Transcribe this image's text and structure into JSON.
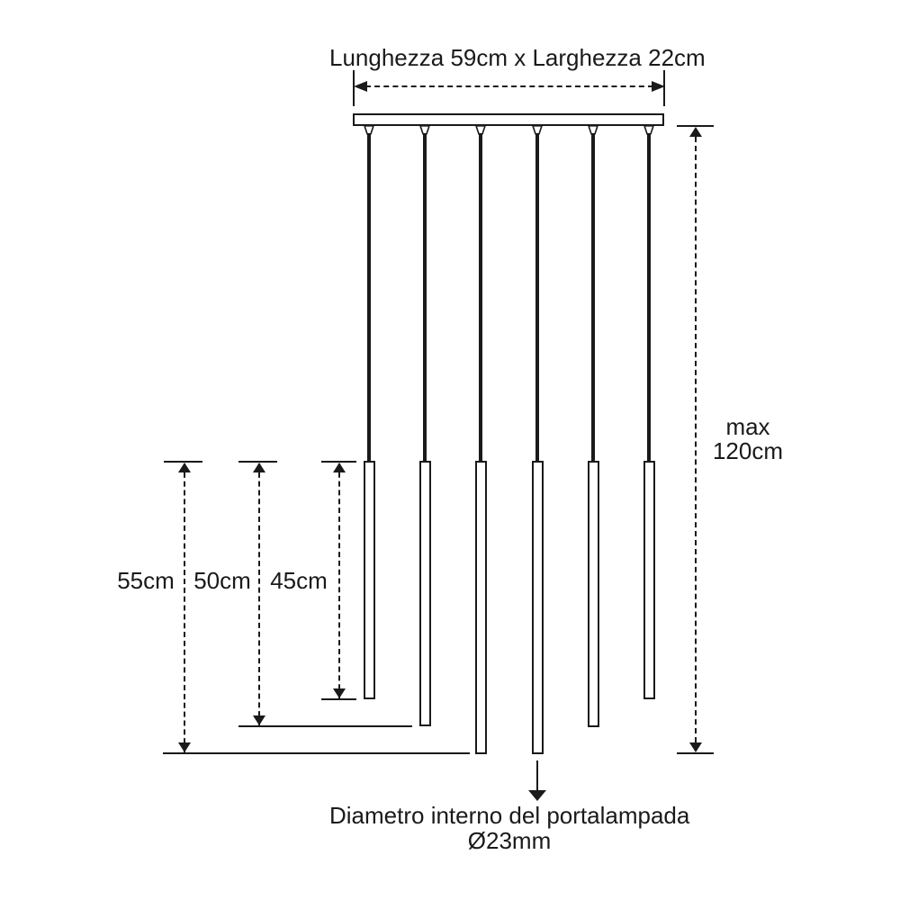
{
  "diagram": {
    "type": "pendant-lamp-dimension-diagram",
    "colors": {
      "ink": "#1a1a1a",
      "background": "#ffffff"
    },
    "top_dimension": {
      "label": "Lunghezza 59cm x Larghezza 22cm"
    },
    "drop_dimensions": [
      {
        "label": "55cm"
      },
      {
        "label": "50cm"
      },
      {
        "label": "45cm"
      }
    ],
    "max_height_dimension": {
      "line1": "max",
      "line2": "120cm"
    },
    "bottom_annotation": {
      "line1": "Diametro interno del portalampada",
      "line2": "Ø23mm"
    },
    "pendants": [
      {
        "index": 1,
        "drop": "45cm"
      },
      {
        "index": 2,
        "drop": "50cm"
      },
      {
        "index": 3,
        "drop": "55cm"
      },
      {
        "index": 4,
        "drop": "55cm"
      },
      {
        "index": 5,
        "drop": "50cm"
      },
      {
        "index": 6,
        "drop": "45cm"
      }
    ]
  }
}
